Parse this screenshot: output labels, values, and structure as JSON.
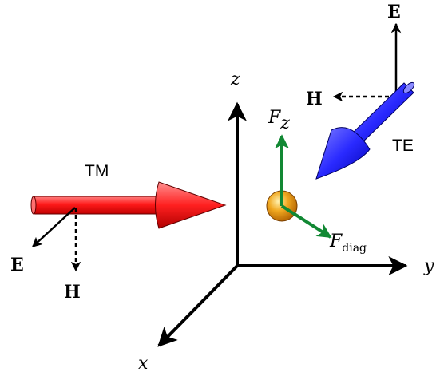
{
  "axes": {
    "z": "z",
    "y": "y",
    "x": "x"
  },
  "tm": {
    "label": "TM",
    "e_label": "E",
    "h_label": "H",
    "color": "#ff2020"
  },
  "te": {
    "label": "TE",
    "e_label": "E",
    "h_label": "H",
    "color": "#3030ff"
  },
  "forces": {
    "fz_main": "F",
    "fz_sub": "z",
    "fdiag_main": "F",
    "fdiag_sub": "diag",
    "color": "#118833"
  },
  "particle": {
    "color": "#e89a10"
  }
}
